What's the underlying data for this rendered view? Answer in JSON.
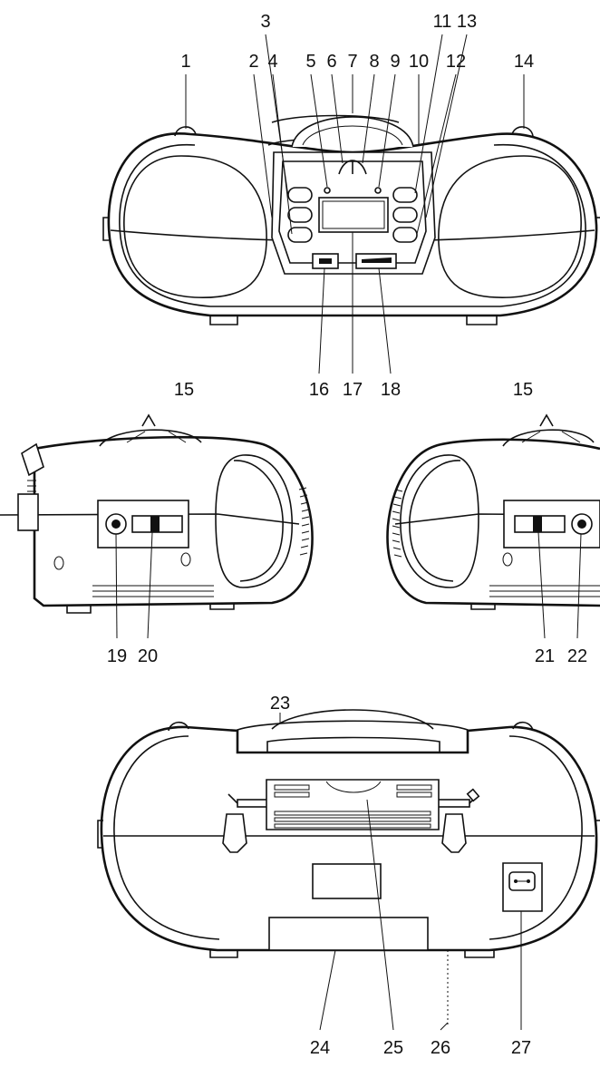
{
  "diagram": {
    "callouts": {
      "front": [
        "1",
        "2",
        "3",
        "4",
        "5",
        "6",
        "7",
        "8",
        "9",
        "10",
        "11",
        "12",
        "13",
        "14",
        "15",
        "15",
        "16",
        "17",
        "18"
      ],
      "sides": [
        "19",
        "20",
        "21",
        "22"
      ],
      "rear": [
        "23",
        "24",
        "25",
        "26",
        "27"
      ]
    }
  }
}
